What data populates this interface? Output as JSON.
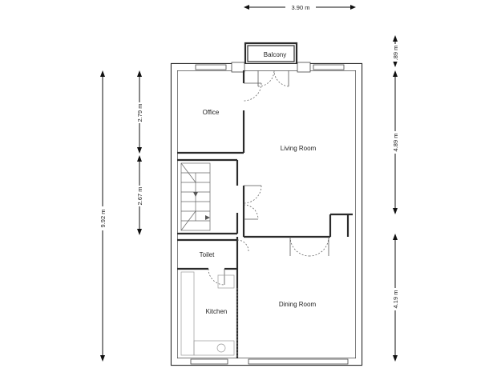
{
  "plan": {
    "rooms": {
      "balcony": "Balcony",
      "office": "Office",
      "living_room": "Living Room",
      "toilet": "Toilet",
      "kitchen": "Kitchen",
      "dining_room": "Dining Room"
    },
    "dimensions": {
      "overall_width": "3.90 m",
      "overall_depth": "9.92 m",
      "office_depth": "2.79 m",
      "stairs_depth": "2.67 m",
      "balcony_depth": ".89 m",
      "living_depth": "4.89 m",
      "dining_depth": "4.19 m"
    }
  }
}
